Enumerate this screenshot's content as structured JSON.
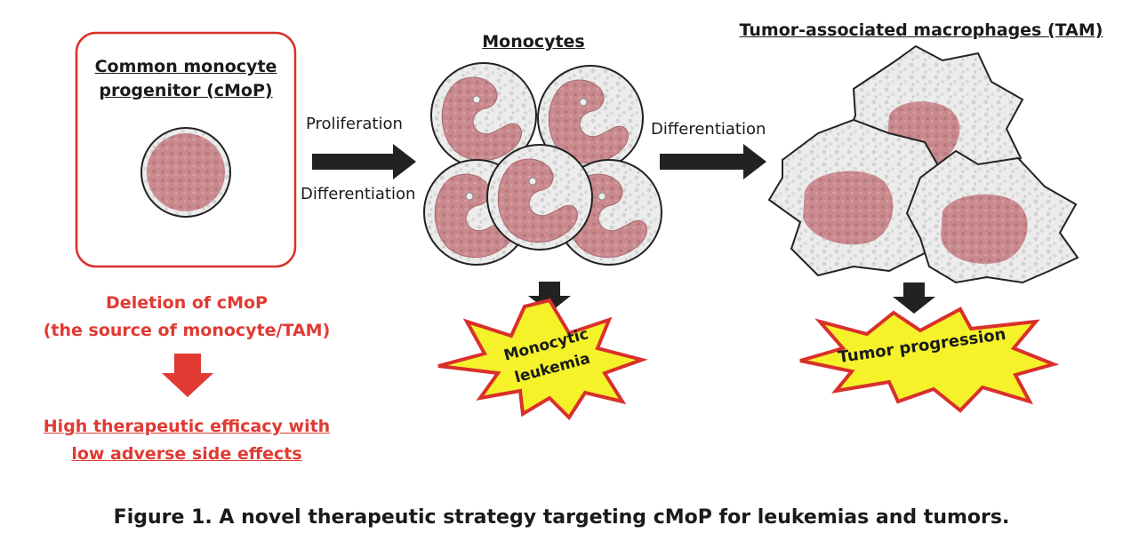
{
  "cmop": {
    "title_line1": "Common monocyte",
    "title_line2": "progenitor (cMoP)"
  },
  "monocytes": {
    "title": "Monocytes"
  },
  "tam": {
    "title": "Tumor-associated macrophages (TAM)"
  },
  "arrows": {
    "proliferation": "Proliferation",
    "differentiation_1": "Differentiation",
    "differentiation_2": "Differentiation"
  },
  "deletion": {
    "line1": "Deletion of cMoP",
    "line2": "(the source of monocyte/TAM)"
  },
  "efficacy": {
    "line1": "High therapeutic efficacy with",
    "line2": "low adverse side effects"
  },
  "outcomes": {
    "leukemia_line1": "Monocytic",
    "leukemia_line2": "leukemia",
    "tumor": "Tumor progression"
  },
  "caption": "Figure 1. A novel therapeutic strategy targeting cMoP for leukemias and tumors.",
  "colors": {
    "accent_red": "#e03a33",
    "nucleus": "#c98a8e",
    "burst_fill": "#f5f22a",
    "burst_stroke": "#d9302b",
    "arrow": "#222222"
  }
}
